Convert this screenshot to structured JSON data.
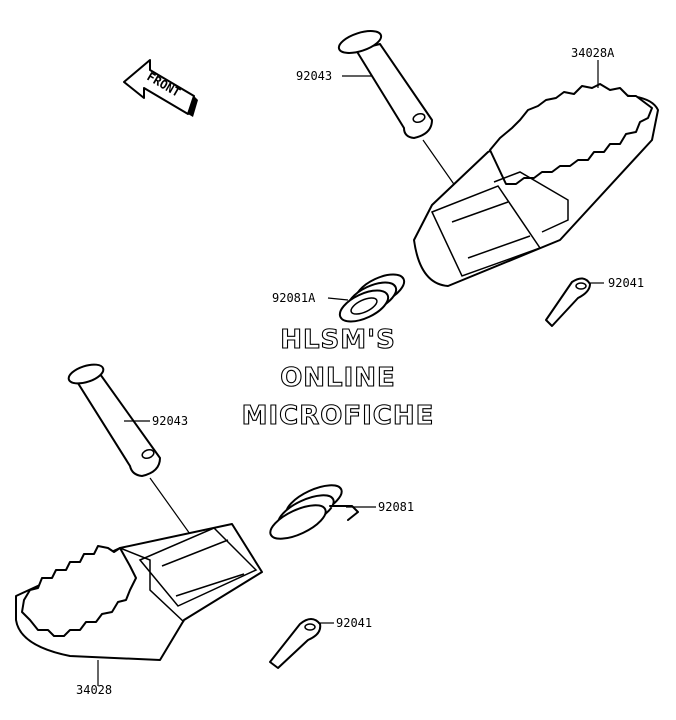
{
  "labels": {
    "pin_top": "92043",
    "peg_right": "34028A",
    "spring_top": "92081A",
    "cotter_right": "92041",
    "pin_bottom": "92043",
    "spring_bottom": "92081",
    "cotter_bottom": "92041",
    "peg_left": "34028"
  },
  "front_arrow": "FRONT",
  "watermark": {
    "line1": "HLSM'S",
    "line2": "ONLINE",
    "line3": "MICROFICHE"
  }
}
